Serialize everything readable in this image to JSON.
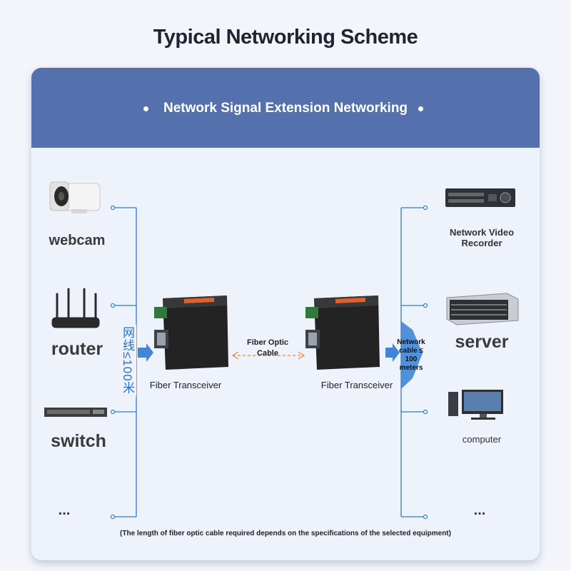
{
  "title": "Typical Networking Scheme",
  "banner": "Network Signal Extension Networking",
  "left_devices": [
    {
      "label": "webcam"
    },
    {
      "label": "router"
    },
    {
      "label": "switch"
    },
    {
      "label": "..."
    }
  ],
  "right_devices": [
    {
      "label": "Network Video Recorder"
    },
    {
      "label": "server"
    },
    {
      "label": "computer"
    },
    {
      "label": "..."
    }
  ],
  "left_cable_note": "网线≤100米",
  "right_cable_note": "Network cable ≤ 100 meters",
  "transceiver_left": "Fiber Transceiver",
  "transceiver_right": "Fiber Transceiver",
  "fiber_label": "Fiber Optic Cable",
  "footnote": "(The length of fiber optic cable required depends on the specifications of the selected equipment)",
  "colors": {
    "banner": "#5470ad",
    "line": "#2a7ed3",
    "arrow": "#3f86d6",
    "fiber": "#f08a3c"
  }
}
